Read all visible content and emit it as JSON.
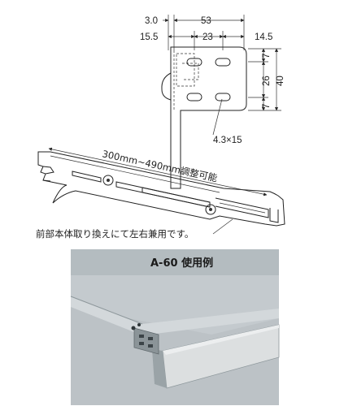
{
  "top_dimensions": {
    "row1": {
      "left": "3.0",
      "mid": "53"
    },
    "row2": {
      "left": "15.5",
      "mid": "23",
      "right": "14.5"
    }
  },
  "side_dimensions": {
    "top": "7",
    "middle": "26",
    "bottom": "7",
    "total": "40"
  },
  "slot_size_label": "4.3×15",
  "adjust_range_label": "300mm~490mm調整可能",
  "front_note": "前部本体取り換えにて左右兼用です。",
  "photo_panel": {
    "title": "A-60 使用例",
    "bg_color": "#b4bcc0"
  }
}
